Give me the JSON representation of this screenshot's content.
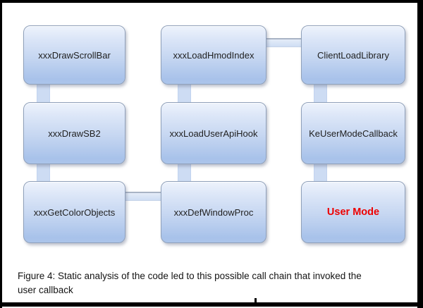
{
  "figure": {
    "caption_line1": "Figure 4: Static analysis of the code led to this possible call chain that invoked the",
    "caption_line2": "user callback"
  },
  "diagram": {
    "type": "call-chain-flow",
    "nodes": [
      {
        "id": "n1",
        "label": "xxxDrawScrollBar",
        "row": 1,
        "col": 1
      },
      {
        "id": "n2",
        "label": "xxxLoadHmodIndex",
        "row": 1,
        "col": 2
      },
      {
        "id": "n3",
        "label": "ClientLoadLibrary",
        "row": 1,
        "col": 3
      },
      {
        "id": "n4",
        "label": "xxxDrawSB2",
        "row": 2,
        "col": 1
      },
      {
        "id": "n5",
        "label": "xxxLoadUserApiHook",
        "row": 2,
        "col": 2
      },
      {
        "id": "n6",
        "label": "KeUserModeCallback",
        "row": 2,
        "col": 3
      },
      {
        "id": "n7",
        "label": "xxxGetColorObjects",
        "row": 3,
        "col": 1
      },
      {
        "id": "n8",
        "label": "xxxDefWindowProc",
        "row": 3,
        "col": 2
      },
      {
        "id": "n9",
        "label": "User Mode",
        "row": 3,
        "col": 3,
        "emphasis": true,
        "text_color": "#ee0000"
      }
    ],
    "edges": [
      {
        "from": "xxxDrawScrollBar",
        "to": "xxxDrawSB2",
        "direction": "vertical"
      },
      {
        "from": "xxxDrawSB2",
        "to": "xxxGetColorObjects",
        "direction": "vertical"
      },
      {
        "from": "xxxGetColorObjects",
        "to": "xxxDefWindowProc",
        "direction": "horizontal"
      },
      {
        "from": "xxxLoadHmodIndex",
        "to": "xxxLoadUserApiHook",
        "direction": "vertical"
      },
      {
        "from": "xxxLoadUserApiHook",
        "to": "xxxDefWindowProc",
        "direction": "vertical"
      },
      {
        "from": "xxxLoadHmodIndex",
        "to": "ClientLoadLibrary",
        "direction": "horizontal"
      },
      {
        "from": "ClientLoadLibrary",
        "to": "KeUserModeCallback",
        "direction": "vertical"
      },
      {
        "from": "KeUserModeCallback",
        "to": "User Mode",
        "direction": "vertical"
      }
    ],
    "colors": {
      "node_fill_top": "#eef3fc",
      "node_fill_bottom": "#a8c2ea",
      "node_border": "#8fa0ba",
      "connector_fill": "#cddcf3",
      "label_text": "#1f1f1f",
      "emphasis_text": "#ee0000",
      "frame_border": "#000000",
      "background": "#ffffff"
    }
  }
}
